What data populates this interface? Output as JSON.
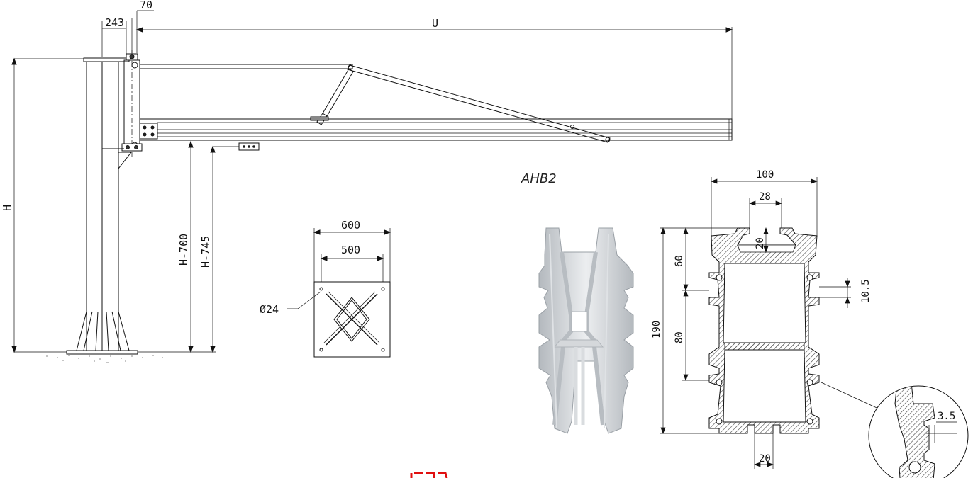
{
  "jib_crane": {
    "dim_pillar_width": "243",
    "dim_rotation_offset": "70",
    "dim_span": "U",
    "dim_height": "H",
    "dim_clearance_1": "H-700",
    "dim_clearance_2": "H-745"
  },
  "base_plate": {
    "dim_outer": "600",
    "dim_bolt_spacing": "500",
    "dim_hole": "Ø24"
  },
  "profile": {
    "name": "AHB2",
    "dim_width": "100",
    "dim_slot_top": "28",
    "dim_flange": "20",
    "dim_height": "190",
    "dim_upper_chamber": "60",
    "dim_lower_chamber": "80",
    "dim_side_slot": "10.5",
    "dim_bottom_slot": "20",
    "dim_wall": "3.5"
  },
  "colors": {
    "line": "#111111",
    "hatch": "#444444",
    "render_light": "#e6e8ea",
    "render_mid": "#c9cdd1",
    "render_dark": "#a9aeb3"
  }
}
